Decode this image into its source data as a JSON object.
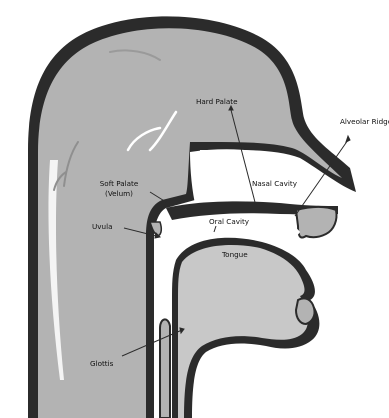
{
  "labels": {
    "hard_palate": "Hard Palate",
    "alveolar_ridge": "Alveolar Ridge",
    "nasal_cavity": "Nasal Cavity",
    "soft_palate_line1": "Soft Palate",
    "soft_palate_line2": "(Velum)",
    "uvula": "Uvula",
    "oral_cavity": "Oral Cavity",
    "tongue": "Tongue",
    "glottis": "Glottis"
  },
  "colors": {
    "outline": "#2b2b2b",
    "fill": "#b3b3b3",
    "fill_light": "#c8c8c8",
    "highlight": "#ffffff",
    "background": "#ffffff"
  }
}
